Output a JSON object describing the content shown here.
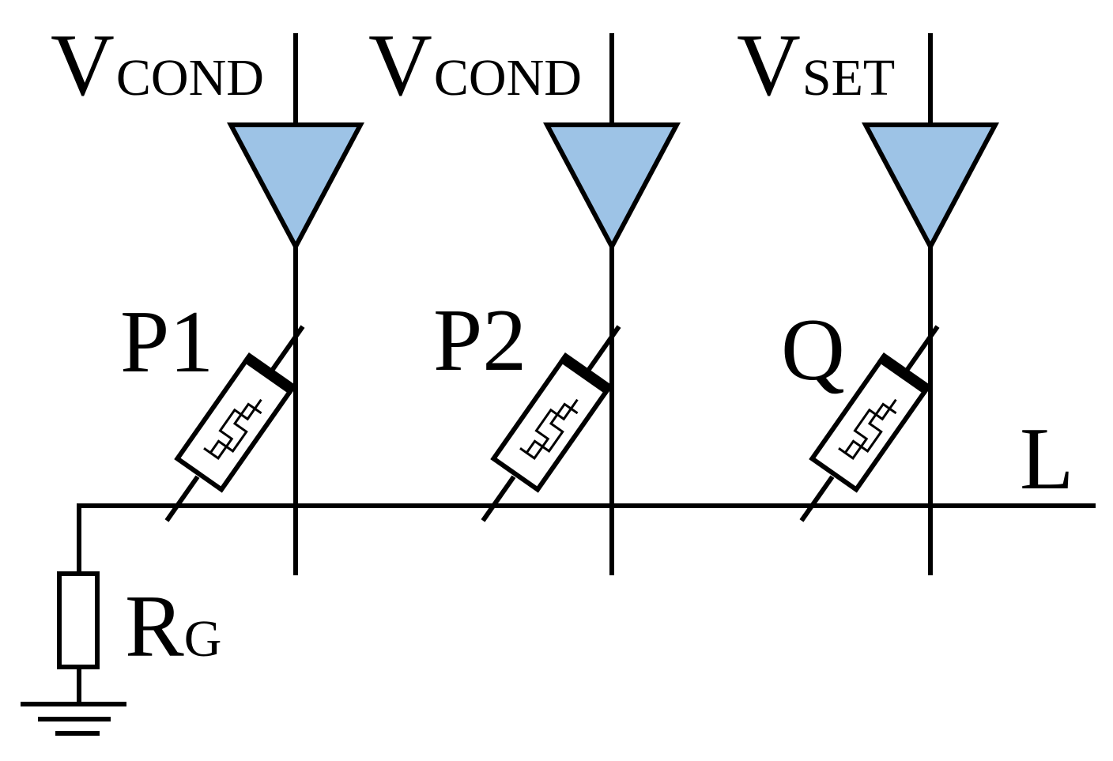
{
  "columns": [
    {
      "main": "V",
      "sub": "COND",
      "device": "P1",
      "device_label": "P1"
    },
    {
      "main": "V",
      "sub": "COND",
      "device": "P2",
      "device_label": "P2"
    },
    {
      "main": "V",
      "sub": "SET",
      "device": "Q",
      "device_label": "Q"
    }
  ],
  "line_label": "L",
  "resistor": {
    "main": "R",
    "sub": "G"
  },
  "colors": {
    "buffer_fill": "#9dc3e6",
    "stroke": "#000000",
    "background": "#ffffff"
  }
}
